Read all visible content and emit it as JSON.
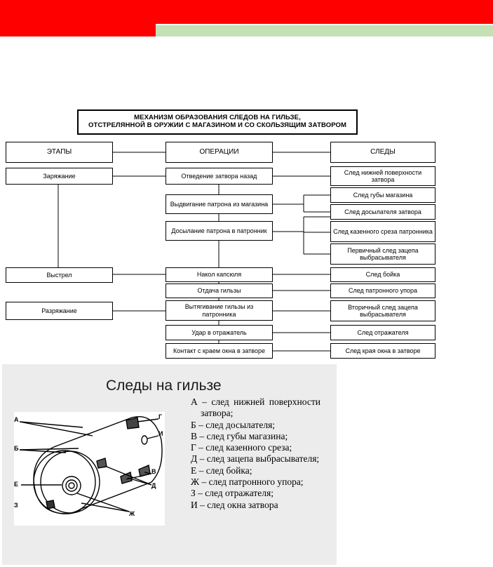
{
  "flowchart": {
    "title_line1": "МЕХАНИЗМ ОБРАЗОВАНИЯ СЛЕДОВ НА ГИЛЬЗЕ,",
    "title_line2": "ОТСТРЕЛЯННОЙ В ОРУЖИИ С МАГАЗИНОМ И СО СКОЛЬЗЯЩИМ ЗАТВОРОМ",
    "col_stages": "ЭТАПЫ",
    "col_operations": "ОПЕРАЦИИ",
    "col_traces": "СЛЕДЫ",
    "stages": [
      "Заряжание",
      "Выстрел",
      "Разряжание"
    ],
    "operations": [
      "Отведение затвора назад",
      "Выдвигание патрона из магазина",
      "Досылание патрона в патронник",
      "Накол капсюля",
      "Отдача гильзы",
      "Вытягивание гильзы из патронника",
      "Удар в отражатель",
      "Контакт с краем окна в затворе"
    ],
    "traces": [
      "След нижней поверхности затвора",
      "След губы магазина",
      "След досылателя затвора",
      "След казенного среза патронника",
      "Первичный след зацепа выбрасывателя",
      "След бойка",
      "След патронного упора",
      "Вторичный след зацепа выбрасывателя",
      "След отражателя",
      "След края окна в затворе"
    ]
  },
  "panel": {
    "title": "Следы на гильзе",
    "figure_labels": [
      "А",
      "Б",
      "В",
      "Г",
      "Д",
      "Е",
      "Ж",
      "З",
      "И"
    ],
    "legend": [
      "А – след нижней поверхности затвора;",
      "Б – след досылателя;",
      "В – след губы магазина;",
      "Г – след казенного среза;",
      "Д – след зацепа выбрасывателя;",
      "Е – след бойка;",
      "Ж – след патронного упора;",
      "З – след отражателя;",
      "И – след окна затвора"
    ]
  }
}
